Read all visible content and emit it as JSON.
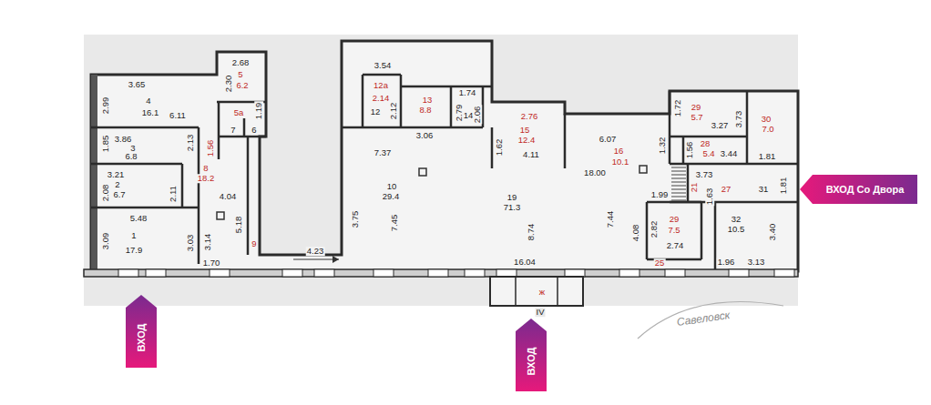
{
  "diagram": {
    "nodes": [
      {
        "text": [
          "ВХОД Со Двора"
        ]
      },
      {
        "text": [
          "ВХОД"
        ]
      },
      {
        "text": [
          "ВХОД"
        ]
      }
    ],
    "labels": [
      "3.65",
      "2.99",
      "2.68",
      "2.30",
      "5",
      "6.2",
      "4",
      "16.1",
      "6.11",
      "1.19",
      "5а",
      "7",
      "6",
      "1.85",
      "3.86",
      "3",
      "6.8",
      "2.13",
      "1.56",
      "8",
      "18.2",
      "3.21",
      "2",
      "6.7",
      "2.08",
      "2.11",
      "4.04",
      "5.48",
      "5.18",
      "3.09",
      "1",
      "17.9",
      "3.03",
      "3.14",
      "1.70",
      "9",
      "4.23",
      "3.75",
      "3.54",
      "12а",
      "2.14",
      "13",
      "8.8",
      "1.74",
      "2.12",
      "12",
      "2.79",
      "14",
      "2.06",
      "2.76",
      "15",
      "12.4",
      "3.06",
      "7.37",
      "1.62",
      "6.07",
      "1.32",
      "16",
      "4.11",
      "10.1",
      "18.00",
      "10",
      "29.4",
      "19",
      "71.3",
      "7.45",
      "8.74",
      "7.44",
      "16.04",
      "1.72",
      "29",
      "5.7",
      "3.27",
      "3.73",
      "30",
      "7.0",
      "1.56",
      "28",
      "5.4",
      "3.44",
      "1.81",
      "3.73",
      "21",
      "27",
      "31",
      "1.81",
      "1.99",
      "1.63",
      "29",
      "2.82",
      "32",
      "7.5",
      "10.5",
      "3.40",
      "4.08",
      "2.74",
      "25",
      "1.96",
      "3.13",
      "ж",
      "IV",
      "Савеловск"
    ]
  }
}
